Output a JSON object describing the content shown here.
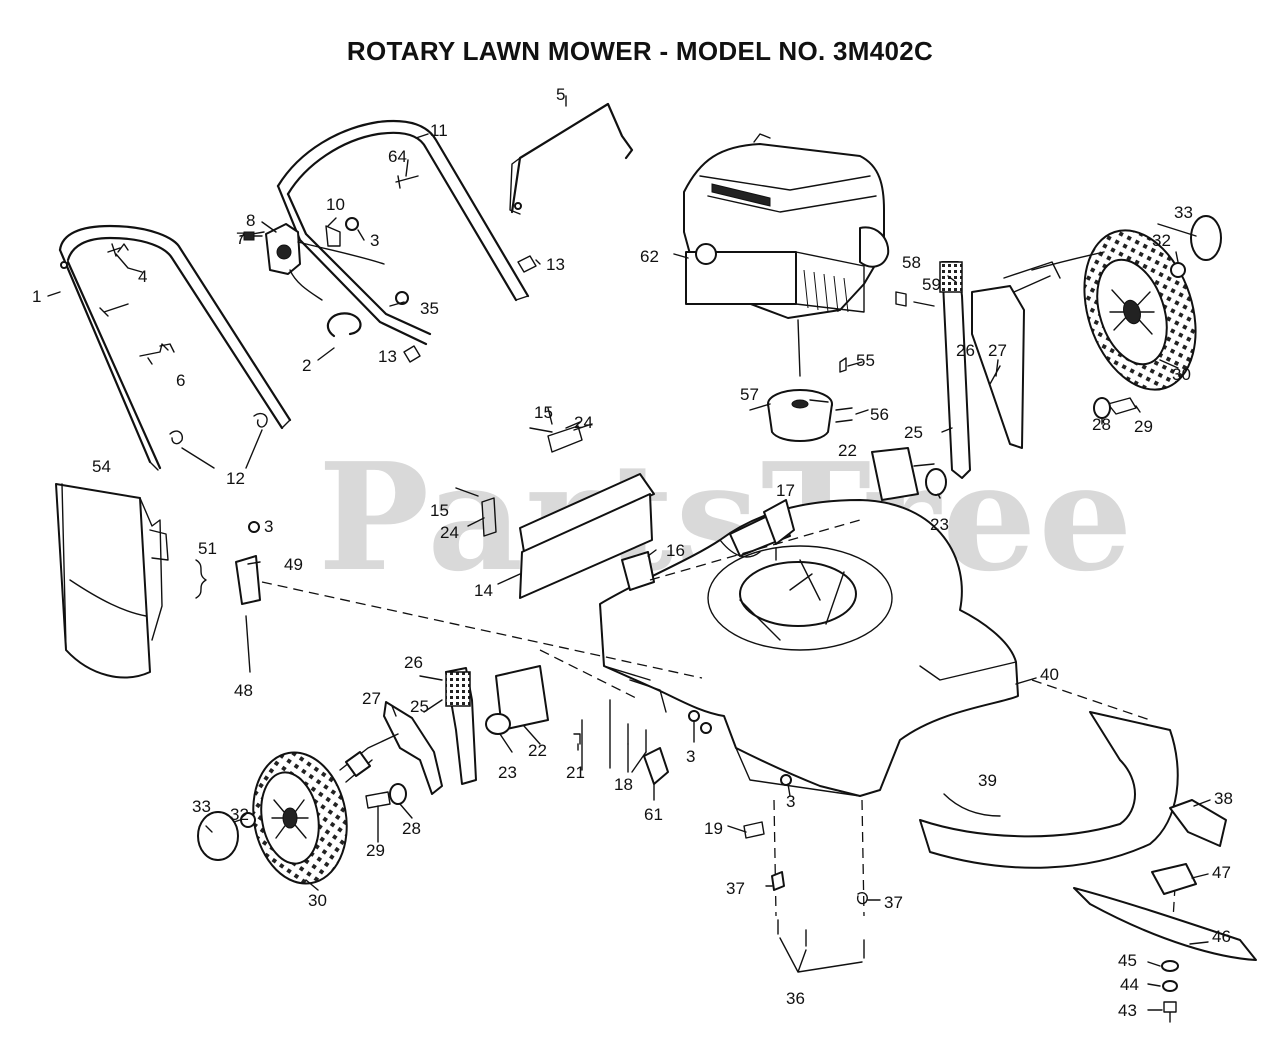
{
  "title": "ROTARY LAWN MOWER - MODEL NO.  3M402C",
  "watermark": "PartsTree",
  "callouts": [
    {
      "id": "c1",
      "label": "1"
    },
    {
      "id": "c2",
      "label": "2"
    },
    {
      "id": "c3a",
      "label": "3"
    },
    {
      "id": "c3b",
      "label": "3"
    },
    {
      "id": "c3c",
      "label": "3"
    },
    {
      "id": "c3d",
      "label": "3"
    },
    {
      "id": "c4",
      "label": "4"
    },
    {
      "id": "c5",
      "label": "5"
    },
    {
      "id": "c6",
      "label": "6"
    },
    {
      "id": "c7",
      "label": "7"
    },
    {
      "id": "c8",
      "label": "8"
    },
    {
      "id": "c10",
      "label": "10"
    },
    {
      "id": "c11",
      "label": "11"
    },
    {
      "id": "c12",
      "label": "12"
    },
    {
      "id": "c13a",
      "label": "13"
    },
    {
      "id": "c13b",
      "label": "13"
    },
    {
      "id": "c14",
      "label": "14"
    },
    {
      "id": "c15a",
      "label": "15"
    },
    {
      "id": "c15b",
      "label": "15"
    },
    {
      "id": "c16",
      "label": "16"
    },
    {
      "id": "c17",
      "label": "17"
    },
    {
      "id": "c18",
      "label": "18"
    },
    {
      "id": "c19",
      "label": "19"
    },
    {
      "id": "c21",
      "label": "21"
    },
    {
      "id": "c22a",
      "label": "22"
    },
    {
      "id": "c22b",
      "label": "22"
    },
    {
      "id": "c23a",
      "label": "23"
    },
    {
      "id": "c23b",
      "label": "23"
    },
    {
      "id": "c24a",
      "label": "24"
    },
    {
      "id": "c24b",
      "label": "24"
    },
    {
      "id": "c25a",
      "label": "25"
    },
    {
      "id": "c25b",
      "label": "25"
    },
    {
      "id": "c26a",
      "label": "26"
    },
    {
      "id": "c26b",
      "label": "26"
    },
    {
      "id": "c27a",
      "label": "27"
    },
    {
      "id": "c27b",
      "label": "27"
    },
    {
      "id": "c28a",
      "label": "28"
    },
    {
      "id": "c28b",
      "label": "28"
    },
    {
      "id": "c29a",
      "label": "29"
    },
    {
      "id": "c29b",
      "label": "29"
    },
    {
      "id": "c30a",
      "label": "30"
    },
    {
      "id": "c30b",
      "label": "30"
    },
    {
      "id": "c32a",
      "label": "32"
    },
    {
      "id": "c32b",
      "label": "32"
    },
    {
      "id": "c33a",
      "label": "33"
    },
    {
      "id": "c33b",
      "label": "33"
    },
    {
      "id": "c35",
      "label": "35"
    },
    {
      "id": "c36",
      "label": "36"
    },
    {
      "id": "c37a",
      "label": "37"
    },
    {
      "id": "c37b",
      "label": "37"
    },
    {
      "id": "c38",
      "label": "38"
    },
    {
      "id": "c39",
      "label": "39"
    },
    {
      "id": "c40",
      "label": "40"
    },
    {
      "id": "c43",
      "label": "43"
    },
    {
      "id": "c44",
      "label": "44"
    },
    {
      "id": "c45",
      "label": "45"
    },
    {
      "id": "c46",
      "label": "46"
    },
    {
      "id": "c47",
      "label": "47"
    },
    {
      "id": "c48",
      "label": "48"
    },
    {
      "id": "c49",
      "label": "49"
    },
    {
      "id": "c51",
      "label": "51"
    },
    {
      "id": "c54",
      "label": "54"
    },
    {
      "id": "c55",
      "label": "55"
    },
    {
      "id": "c56",
      "label": "56"
    },
    {
      "id": "c57",
      "label": "57"
    },
    {
      "id": "c58",
      "label": "58"
    },
    {
      "id": "c59",
      "label": "59"
    },
    {
      "id": "c61",
      "label": "61"
    },
    {
      "id": "c62",
      "label": "62"
    },
    {
      "id": "c64",
      "label": "64"
    }
  ]
}
